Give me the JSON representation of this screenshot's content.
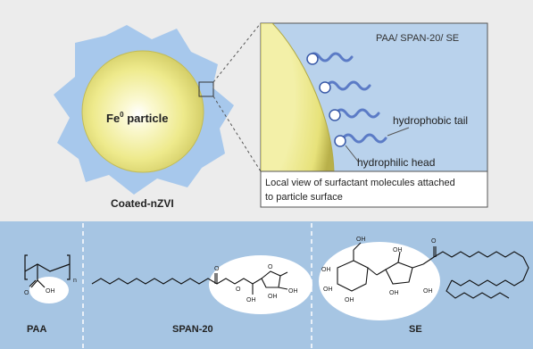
{
  "top_panel": {
    "particle_label": "Fe",
    "particle_label_sup": "0",
    "particle_label_rest": " particle",
    "particle_caption": "Coated-nZVI",
    "inset_title": "PAA/ SPAN-20/ SE",
    "tail_label": "hydrophobic tail",
    "head_label": "hydrophilic head",
    "caption_line1": "Local view of surfactant molecules attached",
    "caption_line2": "to particle surface"
  },
  "bottom_panel": {
    "molecules": [
      {
        "name": "PAA"
      },
      {
        "name": "SPAN-20"
      },
      {
        "name": "SE"
      }
    ],
    "paa_sub": "n",
    "paa_oh": "OH",
    "oh": "OH"
  },
  "colors": {
    "top_bg": "#ececec",
    "bottom_bg": "#a6c5e3",
    "coating": "#a7c8ec",
    "particle": "#eeea8c",
    "inset_bg": "#b9d2ec",
    "tail": "#5b7bc6"
  }
}
